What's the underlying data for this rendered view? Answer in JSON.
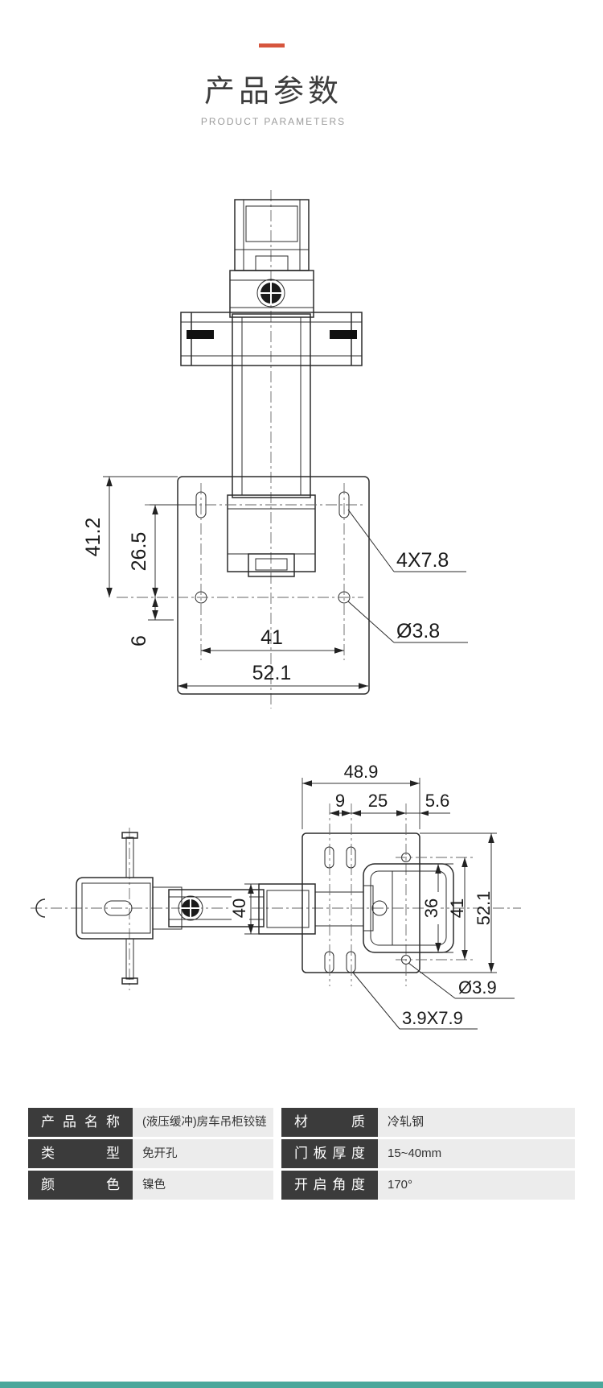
{
  "header": {
    "title": "产品参数",
    "subtitle": "PRODUCT PARAMETERS",
    "accent_color": "#d6553d"
  },
  "drawing1": {
    "dim_41_2": "41.2",
    "dim_26_5": "26.5",
    "dim_6": "6",
    "dim_41": "41",
    "dim_52_1": "52.1",
    "slot_label": "4X7.8",
    "hole_label": "Ø3.8"
  },
  "drawing2": {
    "dim_48_9": "48.9",
    "dim_9": "9",
    "dim_25": "25",
    "dim_5_6": "5.6",
    "dim_40": "40",
    "dim_36": "36",
    "dim_41": "41",
    "dim_52_1": "52.1",
    "hole_label": "Ø3.9",
    "slot_label": "3.9X7.9"
  },
  "spec_table": {
    "rows": [
      {
        "label": "产品名称",
        "value": "(液压缓冲)房车吊柜铰链",
        "label2": "材 质",
        "value2": "冷轧钢"
      },
      {
        "label": "类 型",
        "value": "免开孔",
        "label2": "门板厚度",
        "value2": "15~40mm"
      },
      {
        "label": "颜 色",
        "value": "镍色",
        "label2": "开启角度",
        "value2": "170°"
      }
    ]
  },
  "footer": {
    "bar_color": "#4aa79b"
  }
}
